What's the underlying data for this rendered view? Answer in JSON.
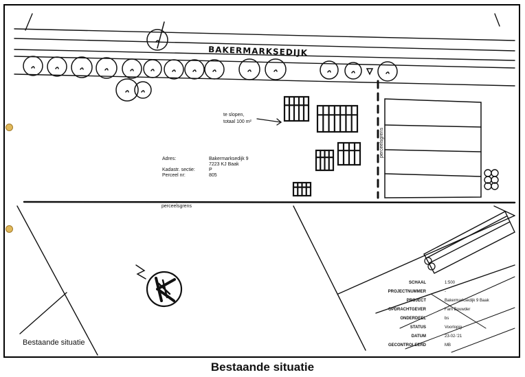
{
  "drawing": {
    "road_name": "BAKERMARKSEDIJK",
    "demolish_note": [
      "te slopen,",
      "totaal 100 m²"
    ],
    "boundary_label": "perceelsgrens",
    "boundary_label_vertical": "perceelsgrens",
    "sheet_label": "Bestaande situatie",
    "address": {
      "rows": [
        {
          "label": "Adres:",
          "value": "Bakermarksedijk 9"
        },
        {
          "label": "",
          "value": "7223 KJ Baak"
        },
        {
          "label": "Kadastr. sectie:",
          "value": "P"
        },
        {
          "label": "Perceel nr:",
          "value": "805"
        }
      ]
    },
    "titleblock": {
      "rows": [
        {
          "label": "SCHAAL",
          "value": "1:500"
        },
        {
          "label": "PROJECTNUMMER",
          "value": "-"
        },
        {
          "label": "PROJECT",
          "value": "Bakermarksedijk 9 Baak"
        },
        {
          "label": "OPDRACHTGEVER",
          "value": "Fam Bouwder"
        },
        {
          "label": "ONDERDEEL",
          "value": "bs"
        },
        {
          "label": "STATUS",
          "value": "Voorlopig"
        },
        {
          "label": "DATUM",
          "value": "23-02-'21"
        },
        {
          "label": "GECONTROLEERD",
          "value": "MB"
        }
      ]
    }
  },
  "caption": "Bestaande situatie"
}
